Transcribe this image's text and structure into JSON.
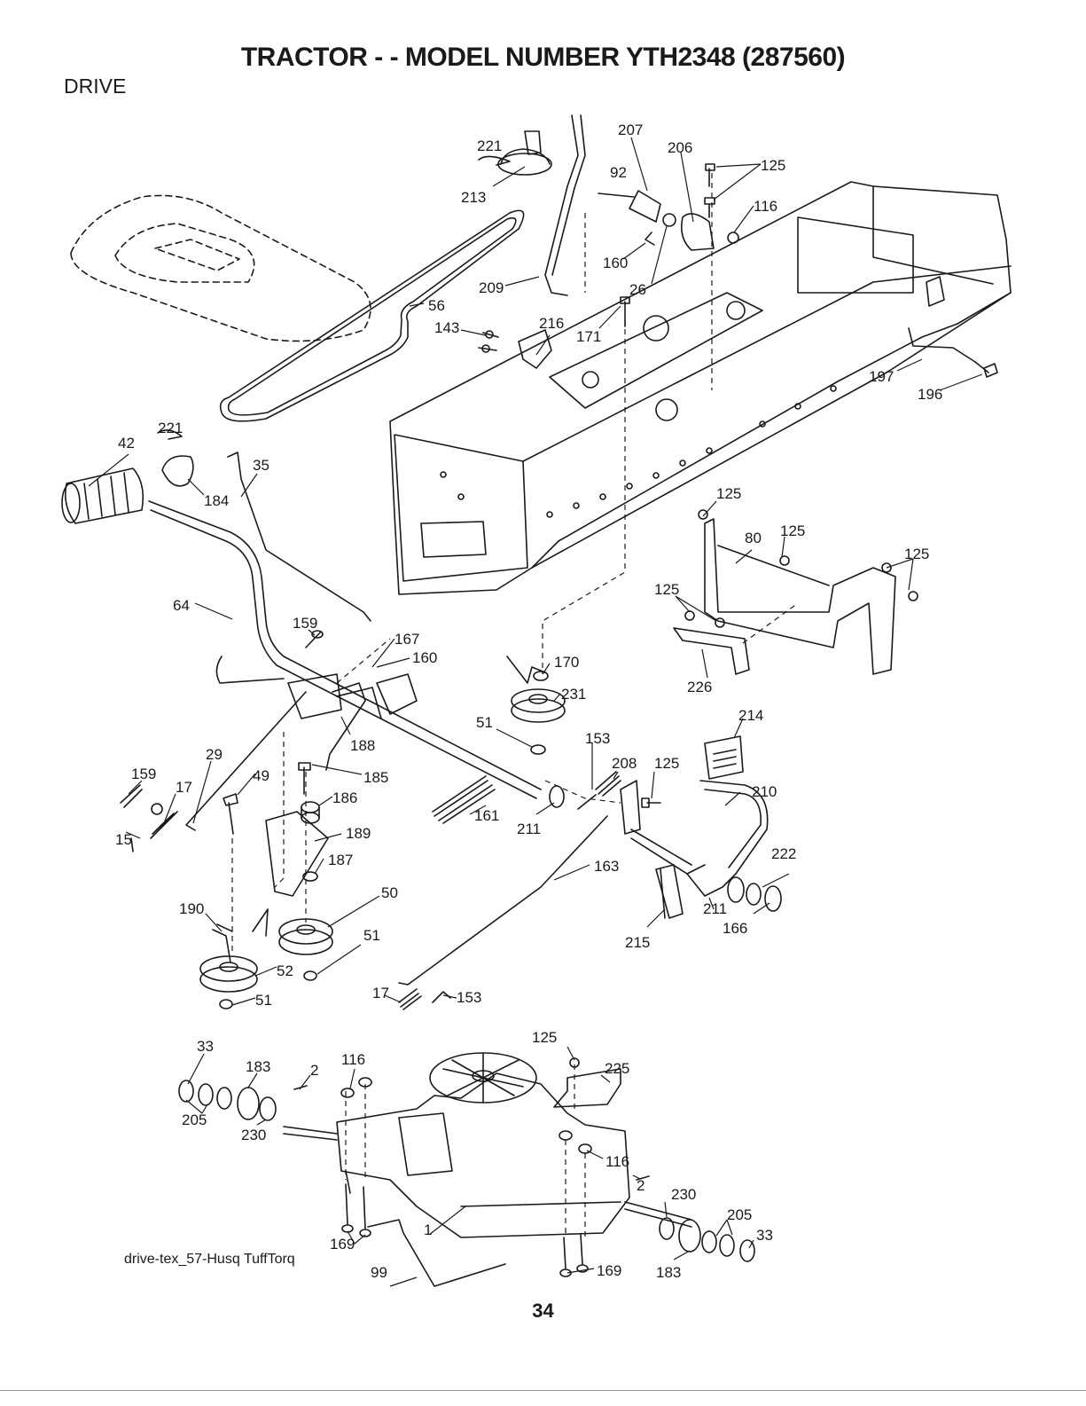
{
  "header": {
    "title": "TRACTOR - - MODEL NUMBER YTH2348 (287560)",
    "section": "DRIVE"
  },
  "callouts": [
    {
      "id": "c221a",
      "text": "221"
    },
    {
      "id": "c207",
      "text": "207"
    },
    {
      "id": "c206",
      "text": "206"
    },
    {
      "id": "c125a",
      "text": "125"
    },
    {
      "id": "c92",
      "text": "92"
    },
    {
      "id": "c213",
      "text": "213"
    },
    {
      "id": "c116a",
      "text": "116"
    },
    {
      "id": "c160a",
      "text": "160"
    },
    {
      "id": "c209",
      "text": "209"
    },
    {
      "id": "c26",
      "text": "26"
    },
    {
      "id": "c56",
      "text": "56"
    },
    {
      "id": "c143",
      "text": "143"
    },
    {
      "id": "c216",
      "text": "216"
    },
    {
      "id": "c171",
      "text": "171"
    },
    {
      "id": "c197",
      "text": "197"
    },
    {
      "id": "c196",
      "text": "196"
    },
    {
      "id": "c221b",
      "text": "221"
    },
    {
      "id": "c42",
      "text": "42"
    },
    {
      "id": "c35",
      "text": "35"
    },
    {
      "id": "c184",
      "text": "184"
    },
    {
      "id": "c125b",
      "text": "125"
    },
    {
      "id": "c80",
      "text": "80"
    },
    {
      "id": "c125c",
      "text": "125"
    },
    {
      "id": "c125d",
      "text": "125"
    },
    {
      "id": "c125e",
      "text": "125"
    },
    {
      "id": "c64",
      "text": "64"
    },
    {
      "id": "c159a",
      "text": "159"
    },
    {
      "id": "c167",
      "text": "167"
    },
    {
      "id": "c160b",
      "text": "160"
    },
    {
      "id": "c170",
      "text": "170"
    },
    {
      "id": "c226",
      "text": "226"
    },
    {
      "id": "c231",
      "text": "231"
    },
    {
      "id": "c214",
      "text": "214"
    },
    {
      "id": "c51a",
      "text": "51"
    },
    {
      "id": "c153a",
      "text": "153"
    },
    {
      "id": "c188",
      "text": "188"
    },
    {
      "id": "c29",
      "text": "29"
    },
    {
      "id": "c208",
      "text": "208"
    },
    {
      "id": "c125f",
      "text": "125"
    },
    {
      "id": "c159b",
      "text": "159"
    },
    {
      "id": "c49",
      "text": "49"
    },
    {
      "id": "c185",
      "text": "185"
    },
    {
      "id": "c17a",
      "text": "17"
    },
    {
      "id": "c186",
      "text": "186"
    },
    {
      "id": "c210",
      "text": "210"
    },
    {
      "id": "c161",
      "text": "161"
    },
    {
      "id": "c211a",
      "text": "211"
    },
    {
      "id": "c15",
      "text": "15"
    },
    {
      "id": "c189",
      "text": "189"
    },
    {
      "id": "c222",
      "text": "222"
    },
    {
      "id": "c187",
      "text": "187"
    },
    {
      "id": "c163",
      "text": "163"
    },
    {
      "id": "c50",
      "text": "50"
    },
    {
      "id": "c211b",
      "text": "211"
    },
    {
      "id": "c190",
      "text": "190"
    },
    {
      "id": "c166",
      "text": "166"
    },
    {
      "id": "c51b",
      "text": "51"
    },
    {
      "id": "c215",
      "text": "215"
    },
    {
      "id": "c52",
      "text": "52"
    },
    {
      "id": "c51c",
      "text": "51"
    },
    {
      "id": "c17b",
      "text": "17"
    },
    {
      "id": "c153b",
      "text": "153"
    },
    {
      "id": "c33a",
      "text": "33"
    },
    {
      "id": "c125g",
      "text": "125"
    },
    {
      "id": "c183a",
      "text": "183"
    },
    {
      "id": "c116b",
      "text": "116"
    },
    {
      "id": "c2a",
      "text": "2"
    },
    {
      "id": "c225",
      "text": "225"
    },
    {
      "id": "c205a",
      "text": "205"
    },
    {
      "id": "c230a",
      "text": "230"
    },
    {
      "id": "c116c",
      "text": "116"
    },
    {
      "id": "c2b",
      "text": "2"
    },
    {
      "id": "c230b",
      "text": "230"
    },
    {
      "id": "c205b",
      "text": "205"
    },
    {
      "id": "c1",
      "text": "1"
    },
    {
      "id": "c33b",
      "text": "33"
    },
    {
      "id": "c169a",
      "text": "169"
    },
    {
      "id": "c99",
      "text": "99"
    },
    {
      "id": "c169b",
      "text": "169"
    },
    {
      "id": "c183b",
      "text": "183"
    }
  ],
  "footer": {
    "diagram_name": "drive-tex_57-Husq TuffTorq",
    "page_number": "34"
  }
}
